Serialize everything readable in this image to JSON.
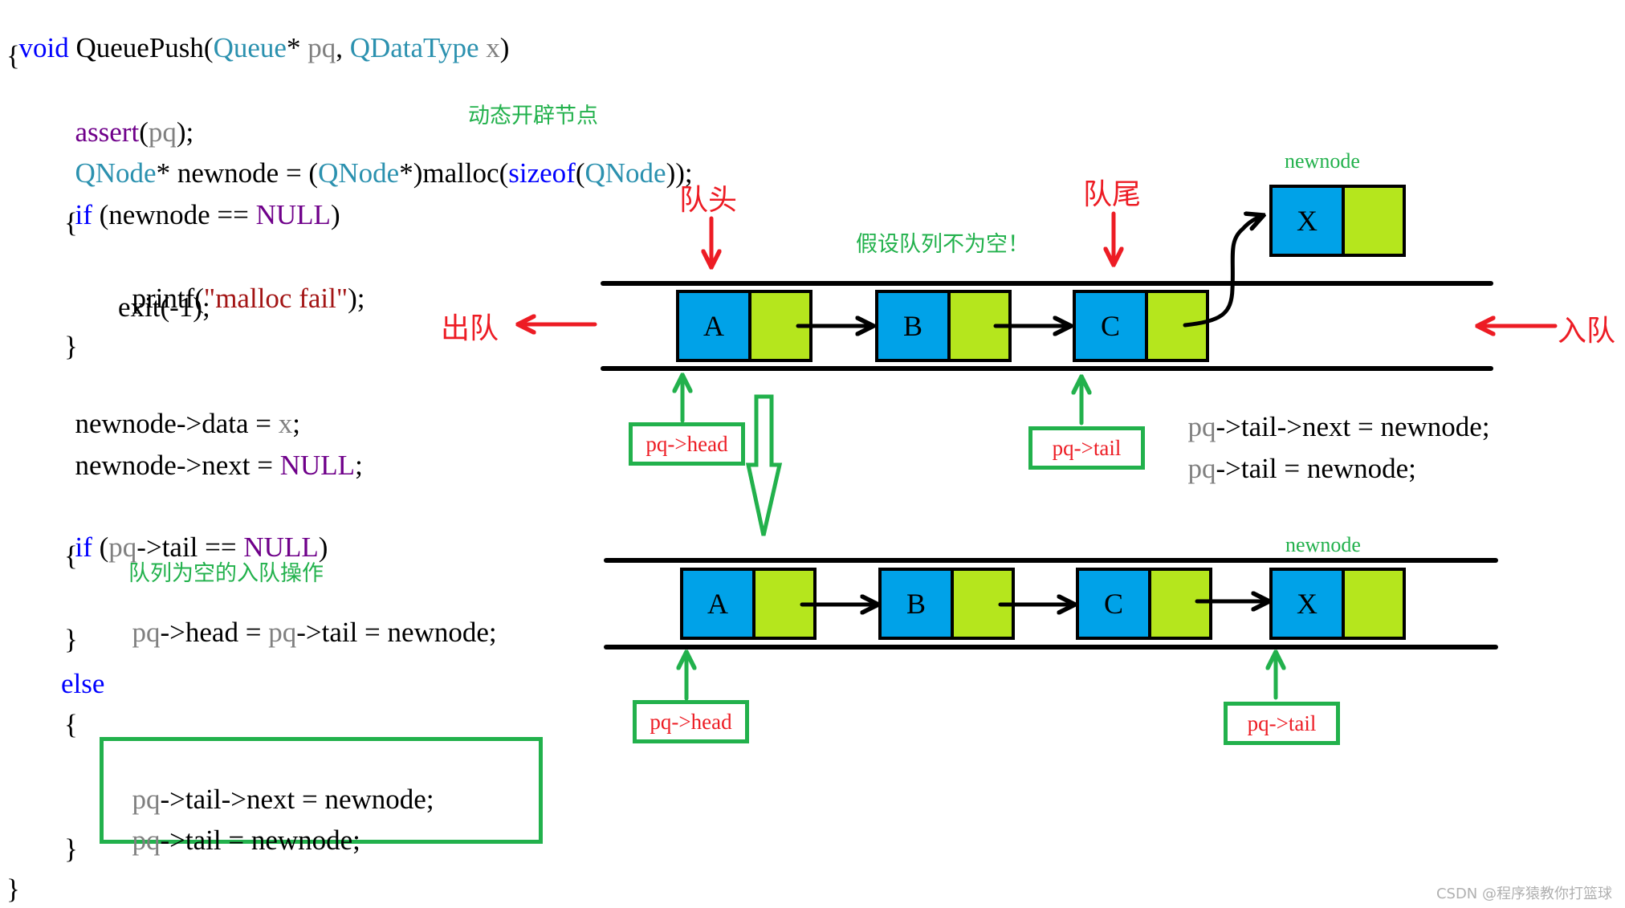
{
  "code": {
    "signature": {
      "ret": "void",
      "name": " QueuePush(",
      "t1": "Queue",
      "star1": "* ",
      "p1": "pq",
      "comma": ", ",
      "t2": "QDataType",
      "sp": " ",
      "p2": "x",
      "close": ")"
    },
    "open_brace": "{",
    "assert": {
      "fn": "assert",
      "open": "(",
      "arg": "pq",
      "close": ");"
    },
    "malloc": {
      "t1": "QNode",
      "rest1": "* newnode = (",
      "t2": "QNode",
      "rest2": "*)malloc(",
      "kw": "sizeof",
      "open": "(",
      "t3": "QNode",
      "close": "));"
    },
    "if_null": {
      "kw": "if",
      "rest1": " (newnode == ",
      "mac": "NULL",
      "close": ")"
    },
    "inner_open": "{",
    "printf": {
      "fn": "printf(",
      "str": "\"malloc fail\"",
      "close": ");"
    },
    "exit": "exit(-1);",
    "inner_close": "}",
    "assign_data": {
      "lhs": "newnode->data = ",
      "val": "x",
      "end": ";"
    },
    "assign_next": {
      "lhs": "newnode->next = ",
      "mac": "NULL",
      "end": ";"
    },
    "if_tail": {
      "kw": "if",
      "open": " (",
      "pa": "pq",
      "rest": "->tail == ",
      "mac": "NULL",
      "close": ")"
    },
    "if_open": "{",
    "empty_assign": {
      "pa1": "pq",
      "r1": "->head = ",
      "pa2": "pq",
      "r2": "->tail = newnode;"
    },
    "if_close": "}",
    "else_kw": "else",
    "else_open": "{",
    "else_line1": {
      "pa": "pq",
      "rest": "->tail->next = newnode;"
    },
    "else_line2": {
      "pa": "pq",
      "rest": "->tail = newnode;"
    },
    "else_close": "}",
    "close_brace": "}"
  },
  "comments": {
    "malloc_note": "动态开辟节点",
    "empty_note": "队列为空的入队操作",
    "assume_note": "假设队列不为空！"
  },
  "labels": {
    "queue_head": "队头",
    "queue_tail": "队尾",
    "dequeue": "出队",
    "enqueue": "入队",
    "newnode_top": "newnode",
    "newnode_bottom": "newnode"
  },
  "pointers": {
    "head_top": "pq->head",
    "tail_top": "pq->tail",
    "head_bottom": "pq->head",
    "tail_bottom": "pq->tail"
  },
  "annotation": {
    "line1": {
      "pa": "pq",
      "rest": "->tail->next = newnode;"
    },
    "line2": {
      "pa": "pq",
      "rest": "->tail = newnode;"
    }
  },
  "top_queue": {
    "nodes": [
      "A",
      "B",
      "C"
    ],
    "new_node": "X"
  },
  "bottom_queue": {
    "nodes": [
      "A",
      "B",
      "C",
      "X"
    ]
  },
  "colors": {
    "data_cell": "#00a2e8",
    "next_cell": "#b5e61d",
    "pointer_green": "#22b14c",
    "label_red": "#ed1c24"
  },
  "watermark": "CSDN @程序猿教你打篮球"
}
